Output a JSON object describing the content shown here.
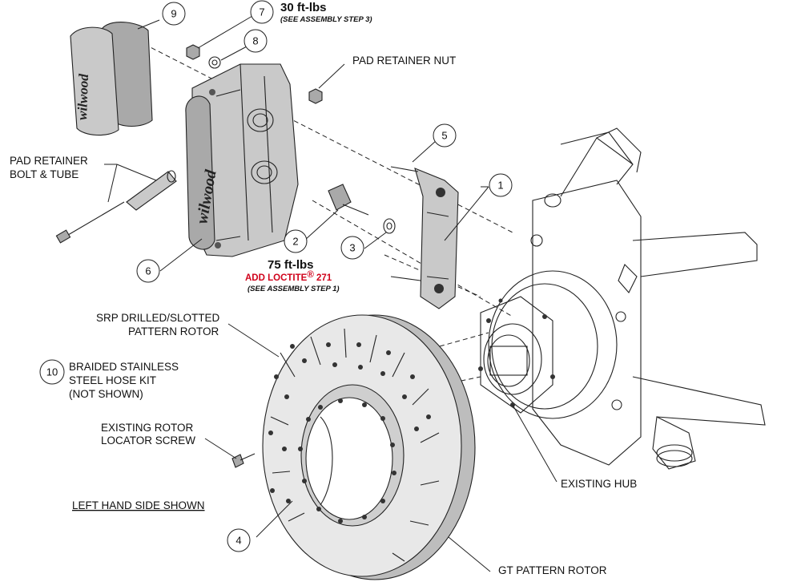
{
  "callouts": {
    "c1": "1",
    "c2": "2",
    "c3": "3",
    "c4": "4",
    "c5": "5",
    "c6": "6",
    "c7": "7",
    "c8": "8",
    "c9": "9",
    "c10": "10"
  },
  "labels": {
    "torque_30": "30 ft-lbs",
    "note_step3": "(SEE ASSEMBLY STEP 3)",
    "pad_retainer_nut": "PAD RETAINER NUT",
    "pad_retainer_bolt_line1": "PAD RETAINER",
    "pad_retainer_bolt_line2": "BOLT & TUBE",
    "torque_75": "75 ft-lbs",
    "add_loctite": "ADD LOCTITE",
    "loctite_reg": "®",
    "loctite_271": " 271",
    "note_step1": "(SEE ASSEMBLY STEP 1)",
    "srp_line1": "SRP DRILLED/SLOTTED",
    "srp_line2": "PATTERN ROTOR",
    "hose_line1": "BRAIDED STAINLESS",
    "hose_line2": "STEEL HOSE KIT",
    "hose_line3": "(NOT SHOWN)",
    "locator_line1": "EXISTING ROTOR",
    "locator_line2": "LOCATOR SCREW",
    "left_hand": "LEFT HAND SIDE SHOWN",
    "existing_hub": "EXISTING HUB",
    "gt_rotor": "GT PATTERN ROTOR"
  },
  "brand": {
    "pad_logo": "wilwood",
    "caliper_logo": "wilwood"
  }
}
